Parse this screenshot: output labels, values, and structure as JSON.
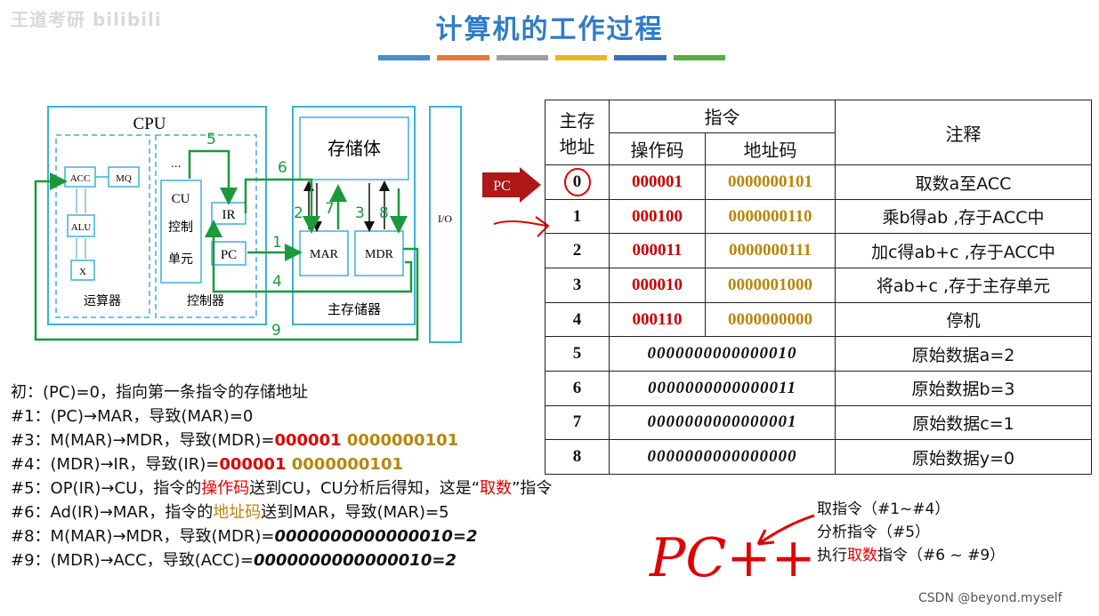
{
  "watermark": "王道考研 bilibili",
  "title": "计算机的工作过程",
  "bar_colors": [
    "#4a8cc8",
    "#e0793a",
    "#9e9e9e",
    "#e8b820",
    "#3d6fb8",
    "#5aab46"
  ],
  "cpu_diagram": {
    "cpu_label": "CPU",
    "acc": "ACC",
    "mq": "MQ",
    "alu": "ALU",
    "x": "X",
    "alu_unit": "运算器",
    "ellipsis": "...",
    "cu_line1": "CU",
    "cu_line2": "控制",
    "cu_line3": "单元",
    "ir": "IR",
    "pc": "PC",
    "control_unit": "控制器",
    "storage_body": "存储体",
    "mar": "MAR",
    "mdr": "MDR",
    "main_memory": "主存储器",
    "io": "I/O",
    "step_numbers": [
      "5",
      "6",
      "2",
      "7",
      "3",
      "8",
      "1",
      "4",
      "9"
    ]
  },
  "pc_pointer": "PC",
  "table": {
    "h_addr": "主存地址",
    "h_addr_1": "主存",
    "h_addr_2": "地址",
    "h_instr": "指令",
    "h_opcode": "操作码",
    "h_addrcode": "地址码",
    "h_note": "注释",
    "rows": [
      {
        "addr": "0",
        "op": "000001",
        "ad": "0000000101",
        "note": "取数a至ACC"
      },
      {
        "addr": "1",
        "op": "000100",
        "ad": "0000000110",
        "note": "乘b得ab ,存于ACC中"
      },
      {
        "addr": "2",
        "op": "000011",
        "ad": "0000000111",
        "note": "加c得ab+c ,存于ACC中"
      },
      {
        "addr": "3",
        "op": "000010",
        "ad": "0000001000",
        "note": "将ab+c ,存于主存单元"
      },
      {
        "addr": "4",
        "op": "000110",
        "ad": "0000000000",
        "note": "停机"
      }
    ],
    "data_rows": [
      {
        "addr": "5",
        "data": "0000000000000010",
        "note": "原始数据a=2"
      },
      {
        "addr": "6",
        "data": "0000000000000011",
        "note": "原始数据b=3"
      },
      {
        "addr": "7",
        "data": "0000000000000001",
        "note": "原始数据c=1"
      },
      {
        "addr": "8",
        "data": "0000000000000000",
        "note": "原始数据y=0"
      }
    ]
  },
  "steps": {
    "s0": "初：(PC)=0，指向第一条指令的存储地址",
    "s1": "#1：(PC)→MAR，导致(MAR)=0",
    "s3_pre": "#3：M(MAR)→MDR，导致(MDR)=",
    "s3_op": "000001",
    "s3_ad": " 0000000101",
    "s4_pre": "#4：(MDR)→IR，导致(IR)=",
    "s4_op": "000001",
    "s4_ad": " 0000000101",
    "s5_a": "#5：OP(IR)→CU，指令的",
    "s5_b": "操作码",
    "s5_c": "送到CU，CU分析后得知，这是“",
    "s5_d": "取数",
    "s5_e": "”指令",
    "s6_a": "#6：Ad(IR)→MAR，指令的",
    "s6_b": "地址码",
    "s6_c": "送到MAR，导致(MAR)=5",
    "s8_pre": "#8：M(MAR)→MDR，导致(MDR)=",
    "s8_val": "0000000000000010=2",
    "s9_pre": "#9：(MDR)→ACC，导致(ACC)=",
    "s9_val": "0000000000000010=2"
  },
  "phases": {
    "fetch": "取指令（#1~#4）",
    "analyze": "分析指令（#5）",
    "exec_a": "执行",
    "exec_b": "取数",
    "exec_c": "指令（#6 ~ #9）"
  },
  "handwriting": "PC++",
  "csdn": "CSDN @beyond.myself"
}
